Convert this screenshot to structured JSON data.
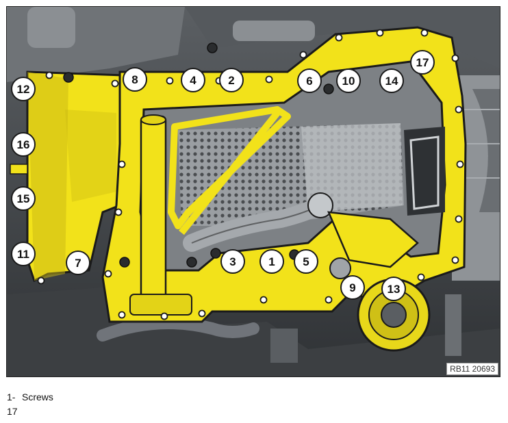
{
  "figure": {
    "reference": "RB11 20693",
    "colors": {
      "highlight": "#f2e21a",
      "highlight_shade": "#c9b814",
      "engine_dark": "#3a3d40",
      "engine_mid": "#7d8185",
      "engine_light": "#b8bcbf",
      "outline": "#1a1a1a"
    },
    "callouts": [
      "1",
      "2",
      "3",
      "4",
      "5",
      "6",
      "7",
      "8",
      "9",
      "10",
      "11",
      "12",
      "13",
      "14",
      "15",
      "16",
      "17"
    ]
  },
  "legend": {
    "line1_number": "1-",
    "line1_text": "Screws",
    "line2_text": "17"
  }
}
